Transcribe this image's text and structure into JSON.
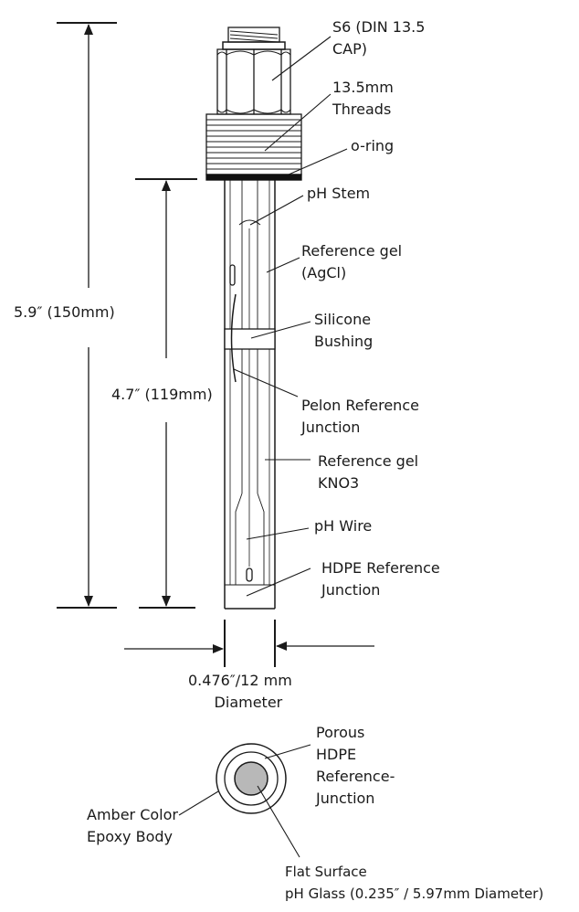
{
  "labels": {
    "cap": [
      "S6 (DIN 13.5",
      "CAP)"
    ],
    "threads": [
      "13.5mm",
      "Threads"
    ],
    "oring": [
      "o-ring"
    ],
    "ph_stem": [
      "pH Stem"
    ],
    "ref_gel_agcl": [
      "Reference gel",
      "(AgCl)"
    ],
    "silicone_bushing": [
      "Silicone",
      "Bushing"
    ],
    "pelon_junction": [
      "Pelon Reference",
      "Junction"
    ],
    "ref_gel_kno3": [
      "Reference gel",
      "KNO3"
    ],
    "ph_wire": [
      "pH Wire"
    ],
    "hdpe_junction": [
      "HDPE Reference",
      "Junction"
    ],
    "diameter": [
      "0.476″/12 mm",
      "Diameter"
    ],
    "porous_hdpe": [
      "Porous",
      "HDPE",
      "Reference-",
      "Junction"
    ],
    "amber_body": [
      "Amber Color",
      "Epoxy Body"
    ],
    "flat_glass": [
      "Flat Surface",
      "pH Glass (0.235″ / 5.97mm Diameter)"
    ]
  },
  "dimensions": {
    "overall_length": "5.9″ (150mm)",
    "stem_length": "4.7″ (119mm)"
  },
  "colors": {
    "line": "#1a1a1a",
    "glass_fill": "#b8b8b8",
    "oring": "#111111"
  }
}
